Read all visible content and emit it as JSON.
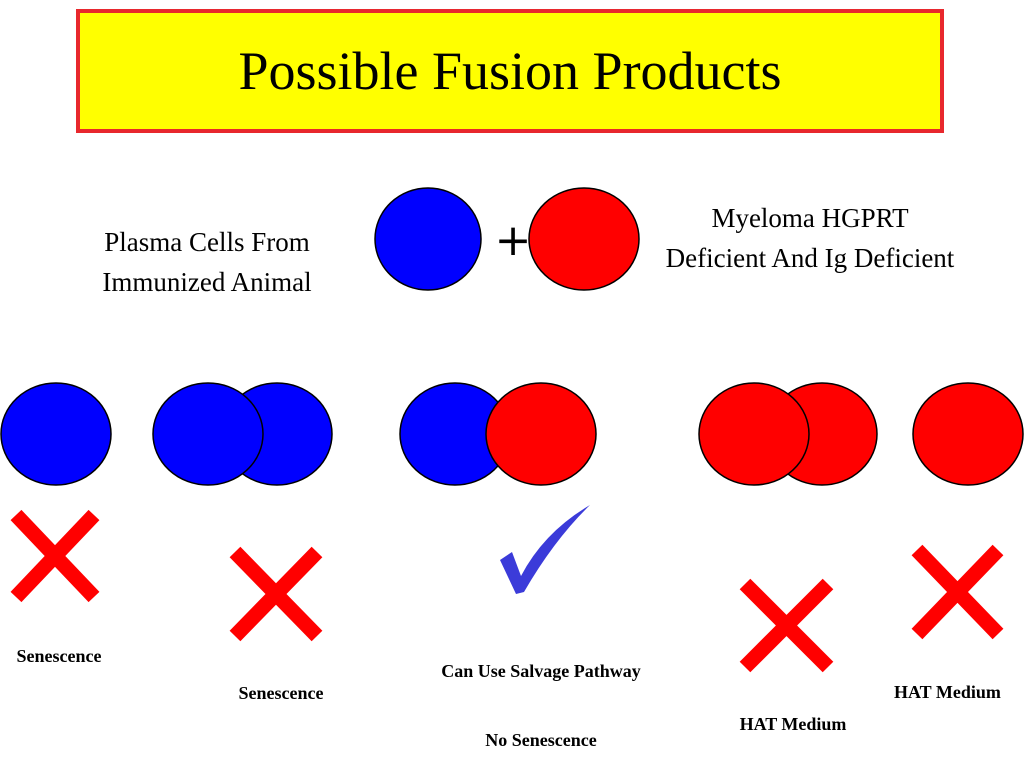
{
  "title": "Possible Fusion Products",
  "top_row": {
    "left_label": "Plasma Cells From Immunized Animal",
    "plus": "+",
    "right_label": "Myeloma HGPRT Deficient And Ig Deficient"
  },
  "products": [
    {
      "cells": "plasma",
      "result": "x",
      "label": "Senescence"
    },
    {
      "cells": "plasma-plasma",
      "result": "x",
      "label": "Senescence"
    },
    {
      "cells": "plasma-myeloma",
      "result": "check",
      "label": "Can Use Salvage Pathway",
      "label2": "No Senescence"
    },
    {
      "cells": "myeloma-myeloma",
      "result": "x",
      "label": "HAT Medium"
    },
    {
      "cells": "myeloma",
      "result": "x",
      "label": "HAT Medium"
    }
  ],
  "colors": {
    "plasma_cell": "#0000ff",
    "myeloma_cell": "#ff0000",
    "x_mark": "#ff0000",
    "check_mark": "#3b3bd9",
    "title_bg": "#ffff00",
    "title_border": "#e8282d"
  }
}
